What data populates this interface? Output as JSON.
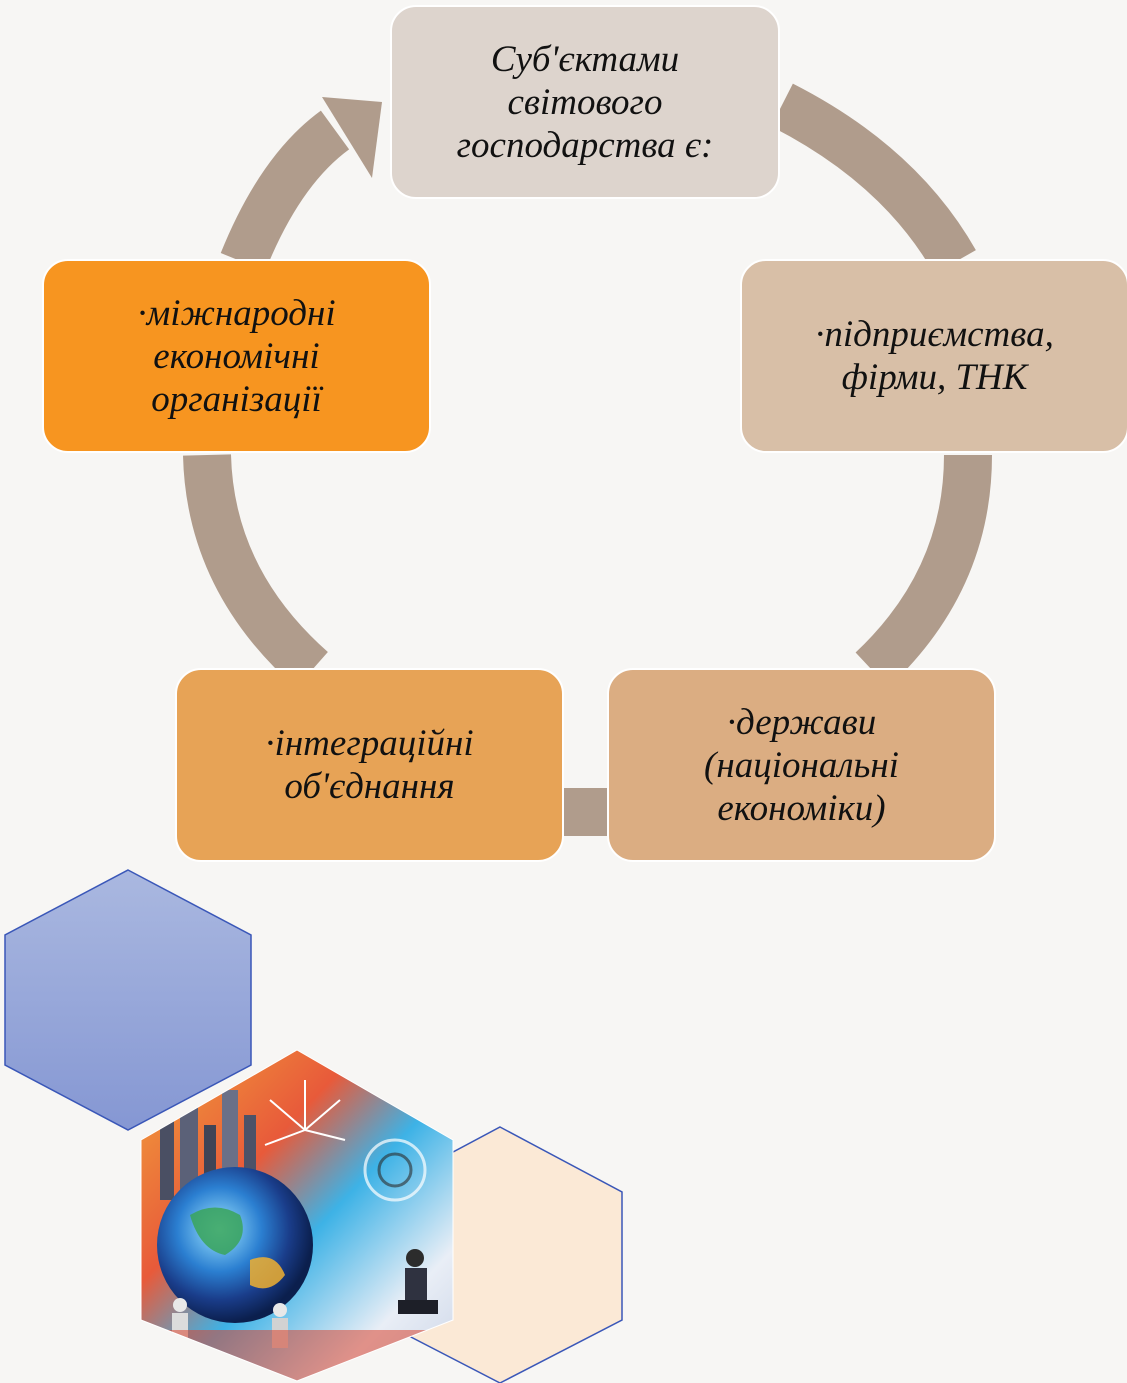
{
  "diagram": {
    "type": "basic-cycle",
    "center_title": "Суб'єктами світового господарства є:",
    "items": [
      "·підприємства, фірми, ТНК",
      "·держави (національні економіки)",
      "·інтеграційні об'єднання",
      "·міжнародні економічні організації"
    ]
  },
  "colors": {
    "background": "#f7f6f4",
    "arrow": "#b09c8c",
    "title_box": "#ddd4cd",
    "item1": "#d8bfa7",
    "item2": "#dbad82",
    "item3": "#e7a356",
    "item4": "#f79520",
    "hex_blue": "#8fa3d6",
    "hex_cream": "#fbe9d6"
  },
  "decoration": {
    "image": "globe-economy-collage"
  }
}
